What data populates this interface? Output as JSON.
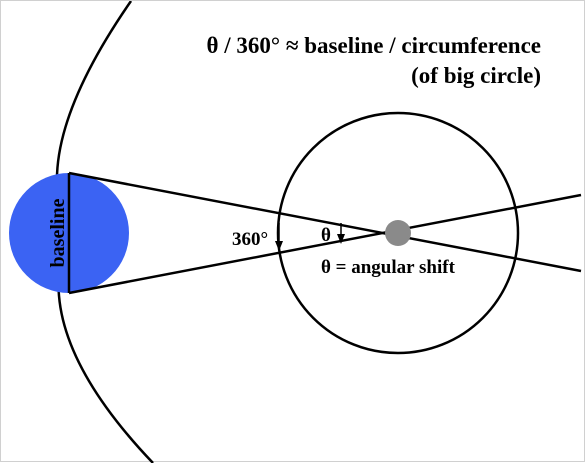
{
  "formula": {
    "line1": "θ / 360° ≈ baseline / circumference",
    "line2": "(of big circle)"
  },
  "labels": {
    "baseline": "baseline",
    "full_angle": "360°",
    "theta": "θ",
    "angular_shift": "θ = angular shift"
  },
  "colors": {
    "baseline_disc": "#3b63f3",
    "observed_star": "#8a8a8a",
    "lines": "#000000"
  }
}
